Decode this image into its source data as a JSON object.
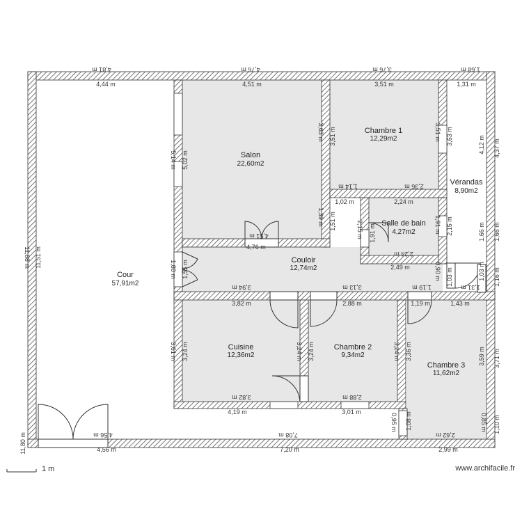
{
  "watermark": "www.archifacile.fr",
  "scale_label": "1 m",
  "rooms": [
    {
      "name": "Cour",
      "area": "57,91m2"
    },
    {
      "name": "Salon",
      "area": "22,60m2"
    },
    {
      "name": "Chambre 1",
      "area": "12,29m2"
    },
    {
      "name": "Vérandas",
      "area": "8,90m2"
    },
    {
      "name": "Salle de bain",
      "area": "4,27m2"
    },
    {
      "name": "Couloir",
      "area": "12,74m2"
    },
    {
      "name": "Cuisine",
      "area": "12,36m2"
    },
    {
      "name": "Chambre 2",
      "area": "9,34m2"
    },
    {
      "name": "Chambre 3",
      "area": "11,62m2"
    }
  ],
  "dimensions": [
    "4,81 m",
    "4,76 m",
    "3,76 m",
    "1,68 m",
    "4,44 m",
    "4,51 m",
    "3,51 m",
    "1,31 m",
    "11,88 m",
    "11,51 m",
    "5,14 m",
    "5,02 m",
    "3,63 m",
    "3,51 m",
    "3,51 m",
    "3,63 m",
    "4,12 m",
    "4,37 m",
    "1,14 m",
    "2,36 m",
    "1,02 m",
    "2,24 m",
    "1,39 m",
    "1,51 m",
    "2,15 m",
    "1,91 m",
    "1,91 m",
    "2,15 m",
    "1,66 m",
    "1,66 m",
    "4,51 m",
    "4,76 m",
    "2,24 m",
    "2,49 m",
    "1,80 m",
    "1,55 m",
    "3,94 m",
    "3,13 m",
    "1,19 m",
    "1,31 m",
    "1,03 m",
    "1,03 m",
    "1,16 m",
    "0,90 m",
    "3,82 m",
    "2,88 m",
    "1,19 m",
    "1,43 m",
    "3,61 m",
    "3,24 m",
    "3,24 m",
    "3,24 m",
    "3,36 m",
    "3,24 m",
    "3,59 m",
    "3,71 m",
    "3,82 m",
    "2,88 m",
    "4,19 m",
    "3,01 m",
    "1,08 m",
    "0,95 m",
    "2,62 m",
    "0,85 m",
    "1,10 m",
    "11,80 m",
    "4,56 m",
    "7,20 m",
    "2,99 m",
    "4,56 m",
    "7,08 m"
  ]
}
